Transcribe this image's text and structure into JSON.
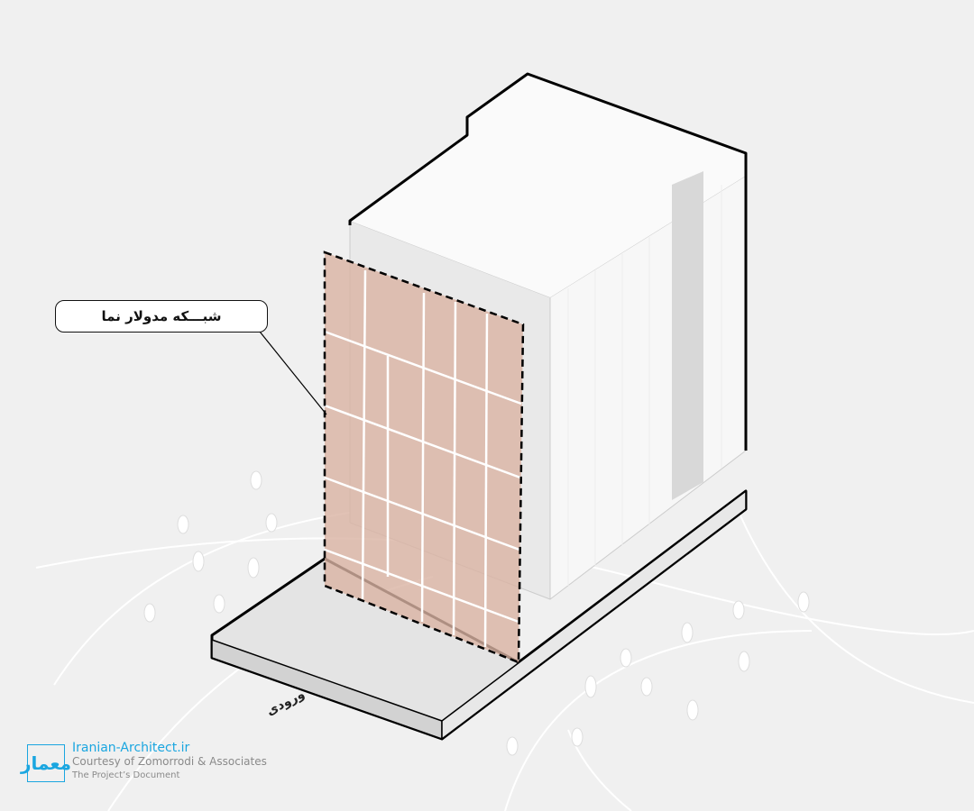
{
  "diagram": {
    "callout_label": "شبـــکه مدولار نما",
    "entrance_label": "ورودی",
    "facade_color": "#d9b3a3"
  },
  "credits": {
    "logo_text": "معمار",
    "site": "Iranian-Architect.ir",
    "courtesy": "Courtesy of Zomorrodi & Associates",
    "document": "The Project’s Document"
  }
}
